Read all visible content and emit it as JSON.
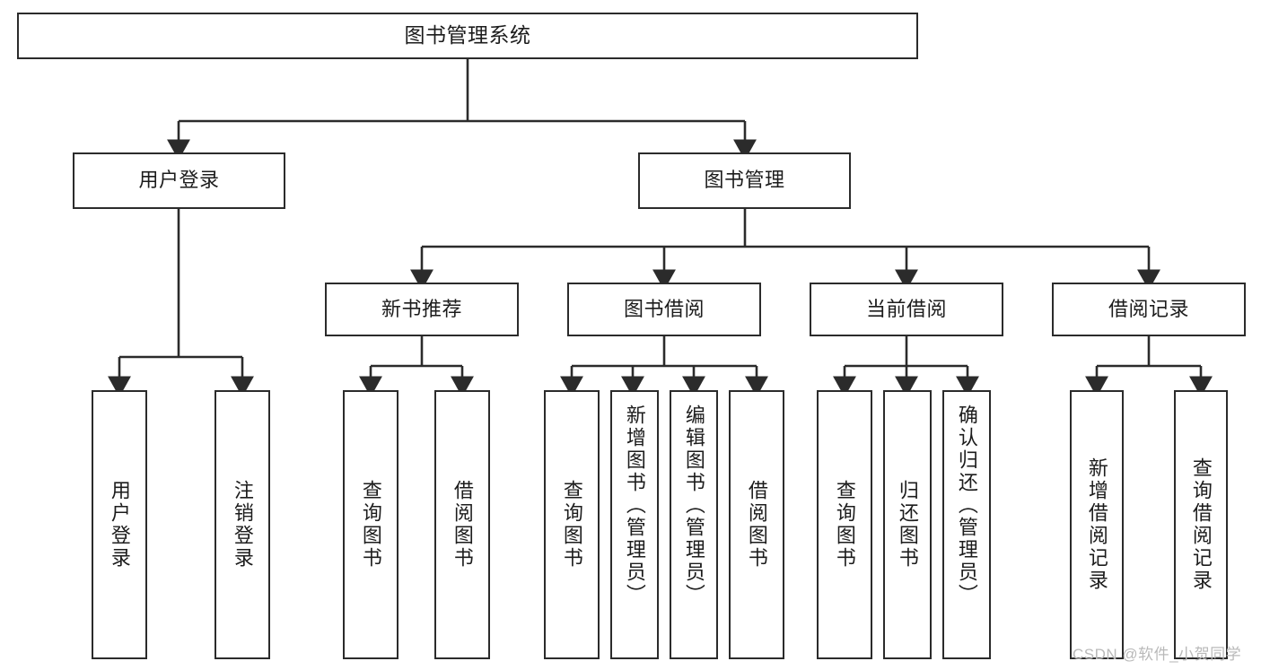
{
  "diagram": {
    "title": "图书管理系统",
    "type": "hierarchy-tree",
    "root": {
      "id": "root",
      "label": "图书管理系统"
    },
    "level2": [
      {
        "id": "user-login",
        "label": "用户登录"
      },
      {
        "id": "book-manage",
        "label": "图书管理"
      }
    ],
    "level3": [
      {
        "id": "new-book-rec",
        "label": "新书推荐"
      },
      {
        "id": "book-borrow",
        "label": "图书借阅"
      },
      {
        "id": "current-borrow",
        "label": "当前借阅"
      },
      {
        "id": "borrow-record",
        "label": "借阅记录"
      }
    ],
    "leaves": [
      {
        "id": "leaf-user-login",
        "label": "用户登录",
        "parent": "user-login"
      },
      {
        "id": "leaf-logout",
        "label": "注销登录",
        "parent": "user-login"
      },
      {
        "id": "leaf-query-book-1",
        "label": "查询图书",
        "parent": "new-book-rec"
      },
      {
        "id": "leaf-borrow-book-1",
        "label": "借阅图书",
        "parent": "new-book-rec"
      },
      {
        "id": "leaf-query-book-2",
        "label": "查询图书",
        "parent": "book-borrow"
      },
      {
        "id": "leaf-add-book",
        "label": "新增图书（管理员）",
        "parent": "book-borrow"
      },
      {
        "id": "leaf-edit-book",
        "label": "编辑图书（管理员）",
        "parent": "book-borrow"
      },
      {
        "id": "leaf-borrow-book-2",
        "label": "借阅图书",
        "parent": "book-borrow"
      },
      {
        "id": "leaf-query-book-3",
        "label": "查询图书",
        "parent": "current-borrow"
      },
      {
        "id": "leaf-return-book",
        "label": "归还图书",
        "parent": "current-borrow"
      },
      {
        "id": "leaf-confirm-return",
        "label": "确认归还（管理员）",
        "parent": "current-borrow"
      },
      {
        "id": "leaf-add-record",
        "label": "新增借阅记录",
        "parent": "borrow-record"
      },
      {
        "id": "leaf-query-record",
        "label": "查询借阅记录",
        "parent": "borrow-record"
      }
    ]
  },
  "watermark": {
    "text": "CSDN @软件_小贺同学"
  },
  "colors": {
    "border": "#2b2b2b",
    "background": "#ffffff",
    "text": "#1c1c1c",
    "watermark": "#b9b9b9"
  }
}
